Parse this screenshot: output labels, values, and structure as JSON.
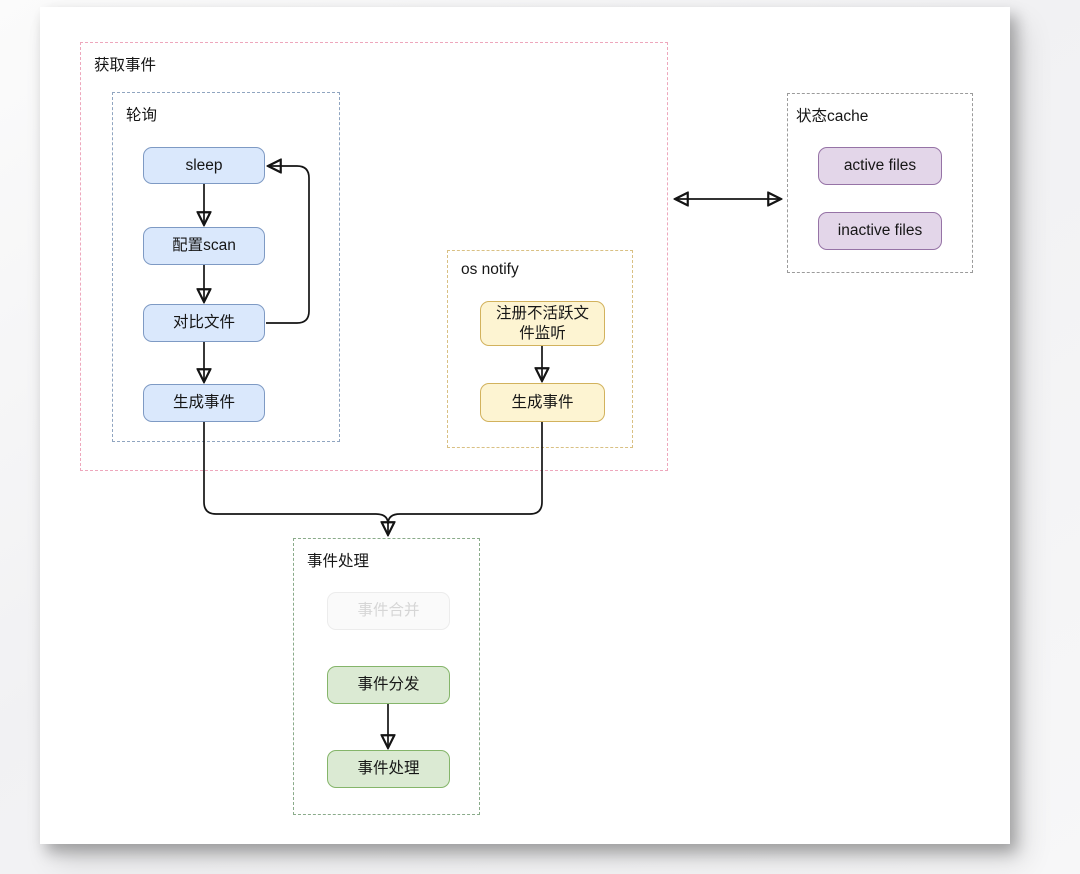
{
  "containers": {
    "acquire_events": {
      "label": "获取事件"
    },
    "polling": {
      "label": "轮询"
    },
    "os_notify": {
      "label": "os notify"
    },
    "state_cache": {
      "label": "状态cache"
    },
    "event_processing": {
      "label": "事件处理"
    }
  },
  "nodes": {
    "sleep": {
      "label": "sleep"
    },
    "config_scan": {
      "label": "配置scan"
    },
    "compare_files": {
      "label": "对比文件"
    },
    "generate_events_polling": {
      "label": "生成事件"
    },
    "register_inactive_listener": {
      "label": "注册不活跃文件监听"
    },
    "generate_events_notify": {
      "label": "生成事件"
    },
    "active_files": {
      "label": "active files"
    },
    "inactive_files": {
      "label": "inactive files"
    },
    "event_merge": {
      "label": "事件合并"
    },
    "event_dispatch": {
      "label": "事件分发"
    },
    "event_handle": {
      "label": "事件处理"
    }
  },
  "colors": {
    "node_blue_fill": "#dae8fc",
    "node_blue_stroke": "#7e9ac4",
    "node_yellow_fill": "#fdf4d2",
    "node_yellow_stroke": "#d2b25d",
    "node_purple_fill": "#e3d6e9",
    "node_purple_stroke": "#9673a6",
    "node_green_fill": "#dbead3",
    "node_green_stroke": "#85b56a",
    "node_faded_fill": "#fafafa",
    "group_pink_border": "#eea7bc",
    "group_blue_border": "#90a5c0",
    "group_tan_border": "#d9c083",
    "group_gray_border": "#9b9b9b",
    "group_green_border": "#8aab8a",
    "arrow": "#141414"
  }
}
